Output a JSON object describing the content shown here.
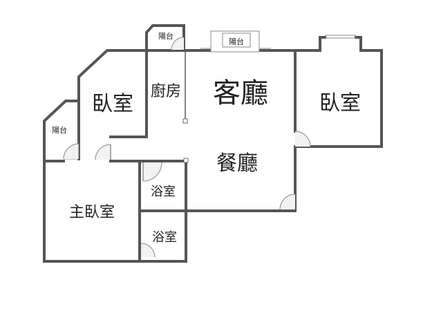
{
  "rooms": {
    "living": "客廳",
    "dining": "餐廳",
    "kitchen": "廚房",
    "bedroom_left": "臥室",
    "bedroom_right": "臥室",
    "master_bedroom": "主臥室",
    "bath_upper": "浴室",
    "bath_lower": "浴室",
    "balcony_top": "陽台",
    "balcony_kitchen": "陽台",
    "balcony_left": "陽台"
  },
  "colors": {
    "wall": "#555555",
    "background": "#ffffff",
    "text": "#222222"
  }
}
